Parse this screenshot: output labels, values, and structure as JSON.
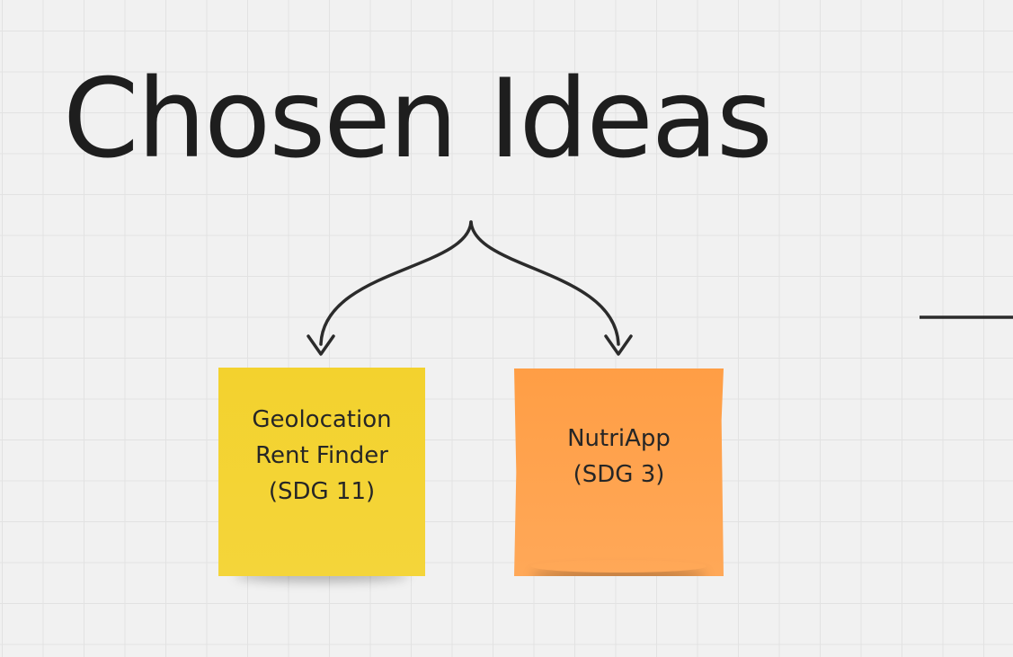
{
  "board": {
    "title": "Chosen Ideas",
    "stickies": [
      {
        "color": "#f3d22e",
        "lines": [
          "Geolocation",
          "Rent Finder",
          "(SDG 11)"
        ]
      },
      {
        "color": "#ffa04a",
        "lines": [
          "NutriApp",
          "(SDG 3)"
        ]
      }
    ]
  }
}
